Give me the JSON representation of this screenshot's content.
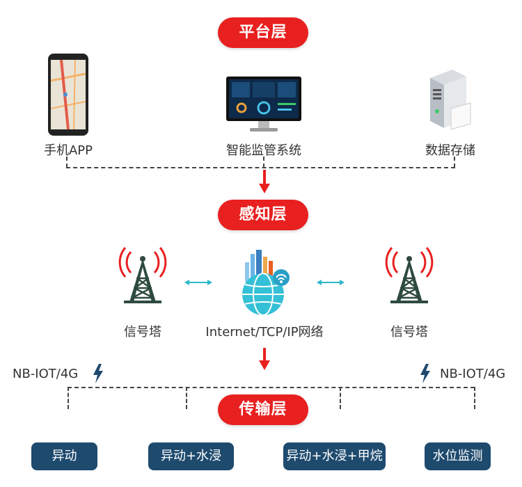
{
  "platform_layer": {
    "title": "平台层",
    "items": [
      {
        "label": "手机APP",
        "icon": "smartphone-map-icon"
      },
      {
        "label": "智能监管系统",
        "icon": "monitor-dashboard-icon"
      },
      {
        "label": "数据存储",
        "icon": "server-icon"
      }
    ]
  },
  "sensing_layer": {
    "title": "感知层",
    "left_tower": {
      "label": "信号塔",
      "icon": "signal-tower-icon"
    },
    "center": {
      "label": "Internet/TCP/IP网络",
      "icon": "globe-network-icon"
    },
    "right_tower": {
      "label": "信号塔",
      "icon": "signal-tower-icon"
    }
  },
  "links": {
    "left": {
      "label": "NB-IOT/4G",
      "icon": "lightning-icon"
    },
    "right": {
      "label": "NB-IOT/4G",
      "icon": "lightning-icon"
    }
  },
  "transport_layer": {
    "title": "传输层",
    "boxes": [
      "异动",
      "异动+水浸",
      "异动+水浸+甲烷",
      "水位监测"
    ]
  },
  "colors": {
    "accent_red": "#e8201f",
    "box_blue": "#1e4a6e",
    "arrow_cyan": "#2ab8c8"
  }
}
